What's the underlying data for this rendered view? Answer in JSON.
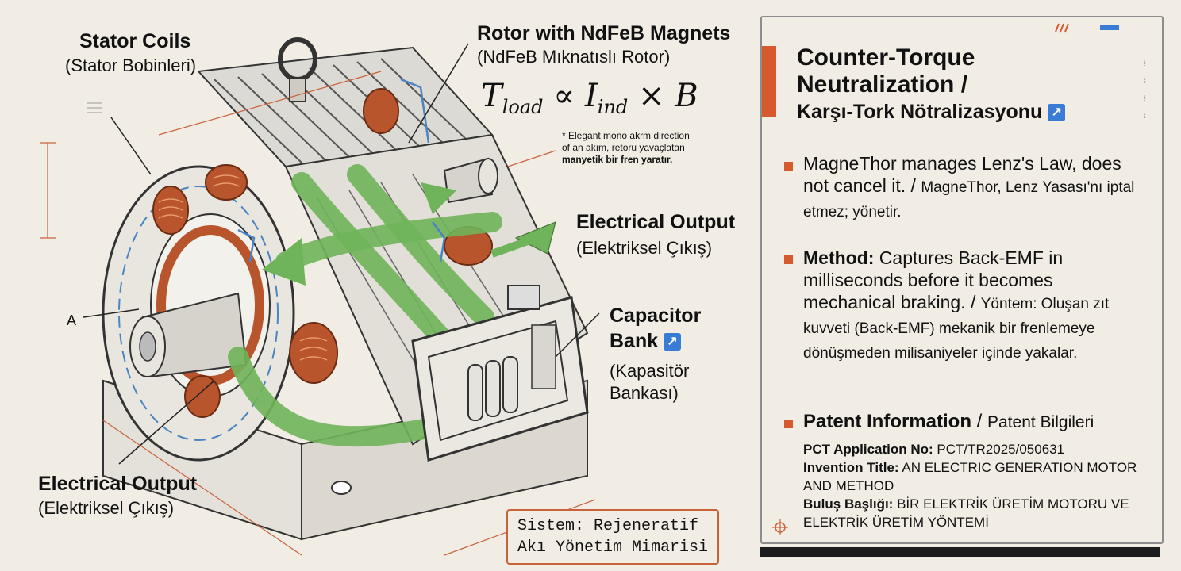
{
  "diagram": {
    "stator": {
      "title": "Stator Coils",
      "subtitle": "(Stator Bobinleri)"
    },
    "rotor": {
      "title": "Rotor with NdFeB Magnets",
      "subtitle": "(NdFeB Mıknatıslı Rotor)"
    },
    "formula": {
      "t": "T",
      "t_sub": "load",
      "prop": " ∝ ",
      "i": "I",
      "i_sub": "ind",
      "times": " × ",
      "b": "B"
    },
    "note": {
      "line1": "* Elegant mono akrm direction",
      "line2": "of an akım, retoru yavaçlatan",
      "line3": "manyetik bir fren yaratır."
    },
    "output_right": {
      "title": "Electrical Output",
      "subtitle": "(Elektriksel Çıkış)"
    },
    "capacitor": {
      "title_line1": "Capacitor",
      "title_line2": "Bank",
      "sub_line1": "(Kapasitör",
      "sub_line2": "Bankası)"
    },
    "output_left": {
      "title": "Electrical Output",
      "subtitle": "(Elektriksel Çıkış)"
    },
    "label_a": "A",
    "system_box": {
      "line1": "Sistem: Rejeneratif",
      "line2": "Akı Yönetim Mimarisi"
    }
  },
  "panel": {
    "title_line1": "Counter-Torque",
    "title_line2": "Neutralization /",
    "title_line3": "Karşı-Tork Nötralizasyonu",
    "p1": {
      "main": "MagneThor manages Lenz's Law, does not cancel it.",
      "sep": " / ",
      "tr": "MagneThor, Lenz Yasası'nı iptal etmez; yönetir."
    },
    "p2": {
      "label": "Method:",
      "main": " Captures Back-EMF in milliseconds before it becomes mechanical braking.",
      "sep": " / ",
      "tr": "Yöntem: Oluşan zıt kuvveti (Back-EMF) mekanik bir frenlemeye dönüşmeden milisaniyeler içinde yakalar."
    },
    "p3": {
      "label": "Patent Information",
      "sep": " / ",
      "tr": "Patent Bilgileri",
      "pct_label": "PCT Application No:",
      "pct_value": " PCT/TR2025/050631",
      "title_label": "Invention Title:",
      "title_value": " AN ELECTRIC GENERATION MOTOR AND METHOD",
      "tr_label": "Buluş Başlığı:",
      "tr_value": " BİR ELEKTRİK ÜRETİM MOTORU VE ELEKTRİK ÜRETİM YÖNTEMİ"
    }
  },
  "colors": {
    "accent": "#d65a2e",
    "green": "#6fb45a",
    "copper": "#b8552c",
    "blue": "#3a7bd5"
  }
}
